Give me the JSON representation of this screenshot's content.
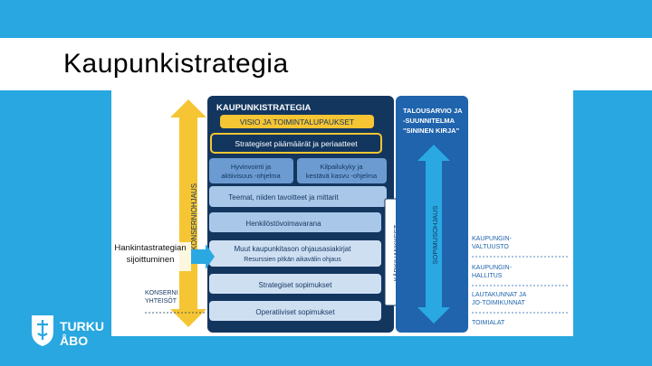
{
  "slide": {
    "title": "Kaupunkistrategia",
    "callout": [
      "Hankintastrategian",
      "sijoittuminen"
    ]
  },
  "diagram": {
    "header": "KAUPUNKISTRATEGIA",
    "vision": "VISIO JA TOIMINTALUPAUKSET",
    "goals": "Strategiset päämäärät ja periaatteet",
    "program_left": [
      "Hyvinvointi ja",
      "aktiivisuus -ohjelma"
    ],
    "program_right": [
      "Kilpailukyky ja",
      "kestävä kasvu -ohjelma"
    ],
    "themes": "Teemat, niiden tavoitteet ja mittarit",
    "hr": "Henkilöstövoimavarana",
    "other_docs": "Muut kaupunkitason ohjausasiakirjat",
    "resources": "Resurssien pitkän aikavälin ohjaus",
    "strategic_agreements": "Strategiset sopimukset",
    "operative_agreements": "Operatiiviset sopimukset",
    "left_arrow_label": "KONSERNIOHJAUS",
    "konserni": [
      "KONSERNI",
      "YHTEISÖT"
    ],
    "karkihankkeet": "KÄRKIHANKKEET",
    "budget": [
      "TALOUSARVIO JA",
      "-SUUNNITELMA",
      "\"SININEN KIRJA\""
    ],
    "sopimusohjaus": "SOPIMUSOHJAUS",
    "right_labels": [
      [
        "KAUPUNGIN-",
        "VALTUUSTO"
      ],
      [
        "KAUPUNGIN-",
        "HALLITUS"
      ],
      [
        "LAUTAKUNNAT JA",
        "JO-TOIMIKUNNAT"
      ],
      [
        "TOIMIALAT"
      ]
    ]
  },
  "logo": {
    "line1": "TURKU",
    "line2": "ÅBO"
  },
  "colors": {
    "background": "#28a7e0",
    "navy": "#13365f",
    "blue": "#1f64ad",
    "mid_blue": "#6b9bd1",
    "light_blue": "#a9c7e8",
    "lightest_blue": "#cfdff2",
    "yellow": "#f6c533",
    "arrow_blue": "#2aa8e1"
  }
}
